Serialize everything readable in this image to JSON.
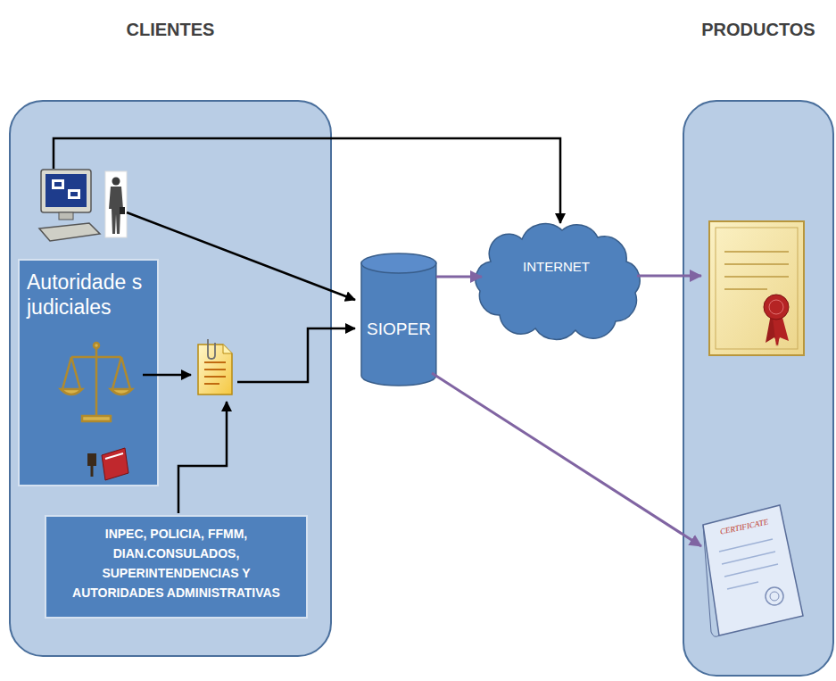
{
  "diagram": {
    "nodes": [
      {
        "text": [
          "CLIENTES"
        ]
      },
      {
        "text": [
          "Autoridade s judiciales"
        ],
        "in": 0
      },
      {
        "text": [
          "INPEC, POLICIA, FFMM, DIAN.CONSULADOS, SUPERINTENDENCIAS Y AUTORIDADES ADMINISTRATIVAS"
        ],
        "in": 0
      },
      {
        "text": [
          "SIOPER"
        ]
      },
      {
        "text": [
          "INTERNET"
        ]
      },
      {
        "text": [
          "PRODUCTOS"
        ]
      }
    ],
    "edges": [
      {
        "from": 3,
        "to": 4,
        "arrow": "to"
      }
    ],
    "labels": [
      "CERTIFICATE"
    ]
  }
}
